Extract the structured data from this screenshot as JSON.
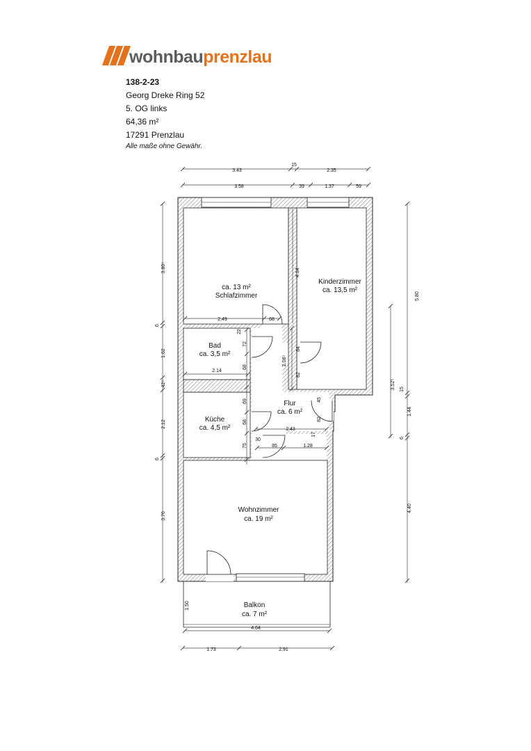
{
  "logo": {
    "part_a": "wohnbau",
    "part_b": "prenzlau"
  },
  "info": {
    "id": "138-2-23",
    "street": "Georg Dreke Ring 52",
    "floor": "5. OG links",
    "area": "64,36 m²",
    "city": "17291 Prenzlau",
    "note": "Alle maße ohne Gewähr."
  },
  "rooms": {
    "schlafzimmer": {
      "area": "ca. 13 m²",
      "name": "Schlafzimmer"
    },
    "kinderzimmer": {
      "name": "Kinderzimmer",
      "area": "ca. 13,5 m²"
    },
    "bad": {
      "name": "Bad",
      "area": "ca. 3,5 m²"
    },
    "kueche": {
      "name": "Küche",
      "area": "ca. 4,5 m²"
    },
    "flur": {
      "name": "Flur",
      "area": "ca. 6 m²"
    },
    "wohnzimmer": {
      "name": "Wohnzimmer",
      "area": "ca. 19 m²"
    },
    "balkon": {
      "name": "Balkon",
      "area": "ca. 7 m²"
    }
  },
  "dims": {
    "top1_a": "3.43",
    "top1_b": "15",
    "top1_c": "2.35",
    "top2_a": "3.58",
    "top2_b": "39",
    "top2_c": "1.37",
    "top2_d": "59",
    "left_a": "3.80⁵",
    "left_b": "6",
    "left_c": "1.62",
    "left_d": "42⁵",
    "left_e": "2.12",
    "left_f": "6",
    "left_g": "3.76",
    "right_a": "5.80",
    "right_b": "3.52⁵",
    "right_c": "15",
    "right_d": "1.44",
    "right_e": "6",
    "right_f": "4.40",
    "bot_a": "4.64",
    "bot_b": "1.73",
    "bot_c": "2.91",
    "balkon_depth": "1.50",
    "in_249": "2.49",
    "in_68a": "68",
    "in_414": "4.14",
    "in_22": "22",
    "in_72": "72",
    "in_68b": "68",
    "in_214": "2.14",
    "in_84": "84",
    "in_208": "2.08⁵",
    "in_82a": "82",
    "in_69": "69",
    "in_45": "45",
    "in_68c": "68",
    "in_82b": "82",
    "in_243": "2.43",
    "in_17": "17",
    "in_75": "75",
    "in_30": "30",
    "in_85": "85",
    "in_128": "1.28"
  }
}
